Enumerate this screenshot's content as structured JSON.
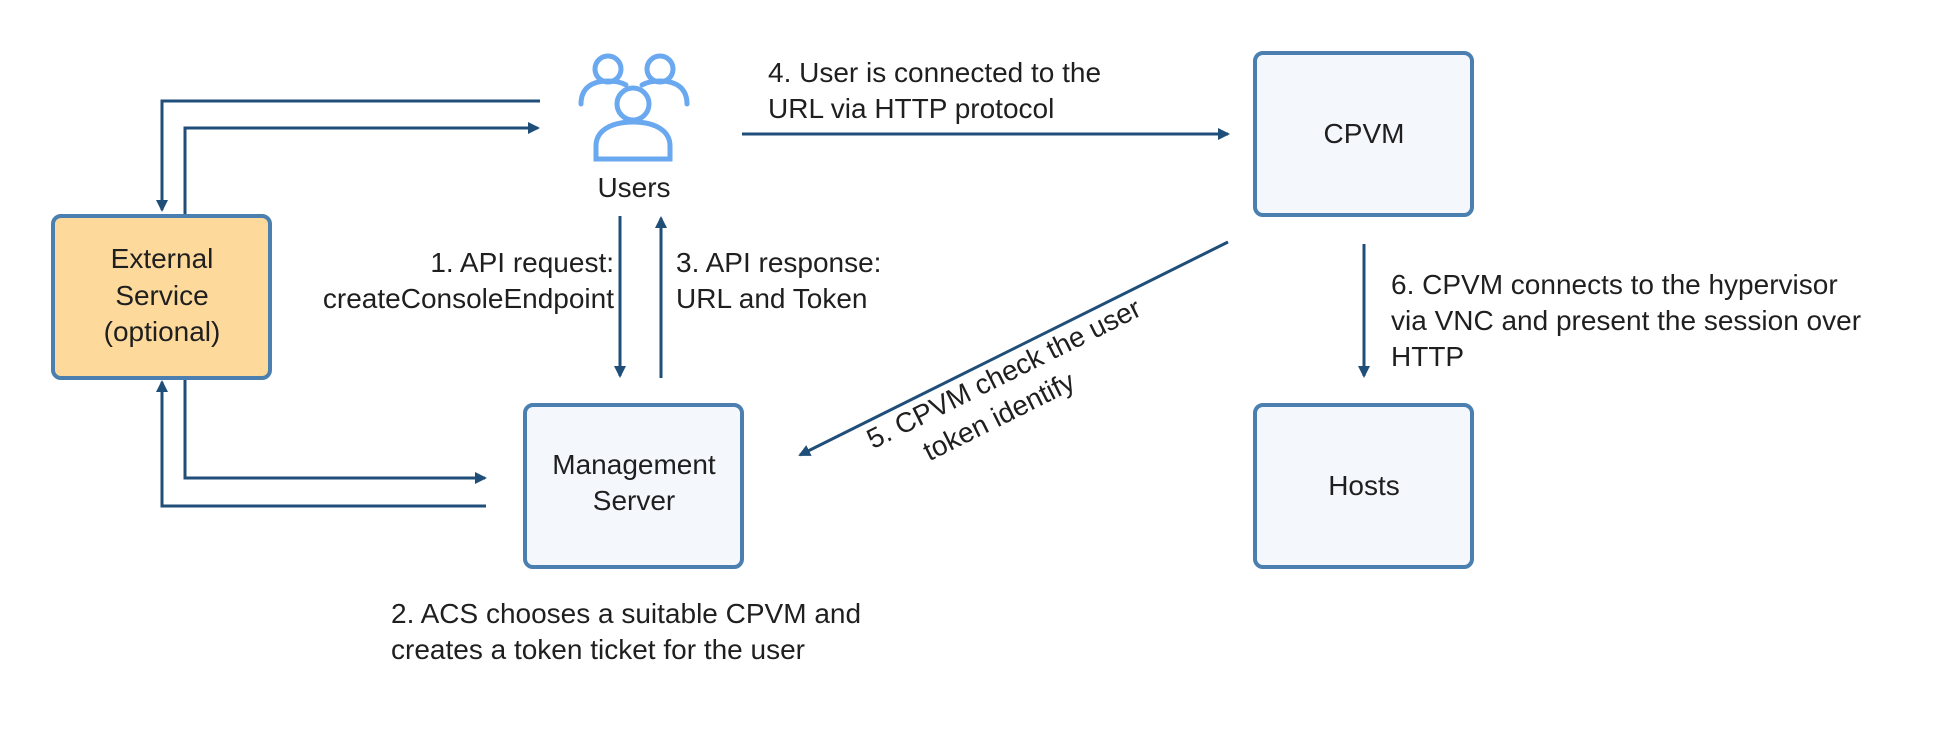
{
  "colors": {
    "edge": "#1f4e79",
    "box_fill": "#f4f8fc",
    "box_stroke": "#4a7fb0",
    "external_fill": "#fdd99b",
    "external_stroke": "#4a7fb0",
    "users_icon": "#6aa8ef"
  },
  "icons": {
    "users": "users-group-icon"
  },
  "nodes": {
    "users": {
      "label": "Users"
    },
    "external_service": {
      "lines": [
        "External",
        "Service",
        "(optional)"
      ]
    },
    "management_server": {
      "lines": [
        "Management",
        "Server"
      ]
    },
    "cpvm": {
      "lines": [
        "CPVM"
      ]
    },
    "hosts": {
      "lines": [
        "Hosts"
      ]
    }
  },
  "steps": {
    "step1": {
      "lines": [
        "1. API request:",
        "createConsoleEndpoint"
      ]
    },
    "step2": {
      "lines": [
        "2. ACS chooses a suitable CPVM and",
        "creates a token ticket for the user"
      ]
    },
    "step3": {
      "lines": [
        "3. API response:",
        "URL and Token"
      ]
    },
    "step4": {
      "lines": [
        "4. User is connected to the",
        "URL via HTTP protocol"
      ]
    },
    "step5": {
      "lines": [
        "5. CPVM check the user",
        "token identify"
      ]
    },
    "step6": {
      "lines": [
        "6. CPVM connects to the hypervisor",
        "via VNC and present the session over",
        "HTTP"
      ]
    }
  }
}
